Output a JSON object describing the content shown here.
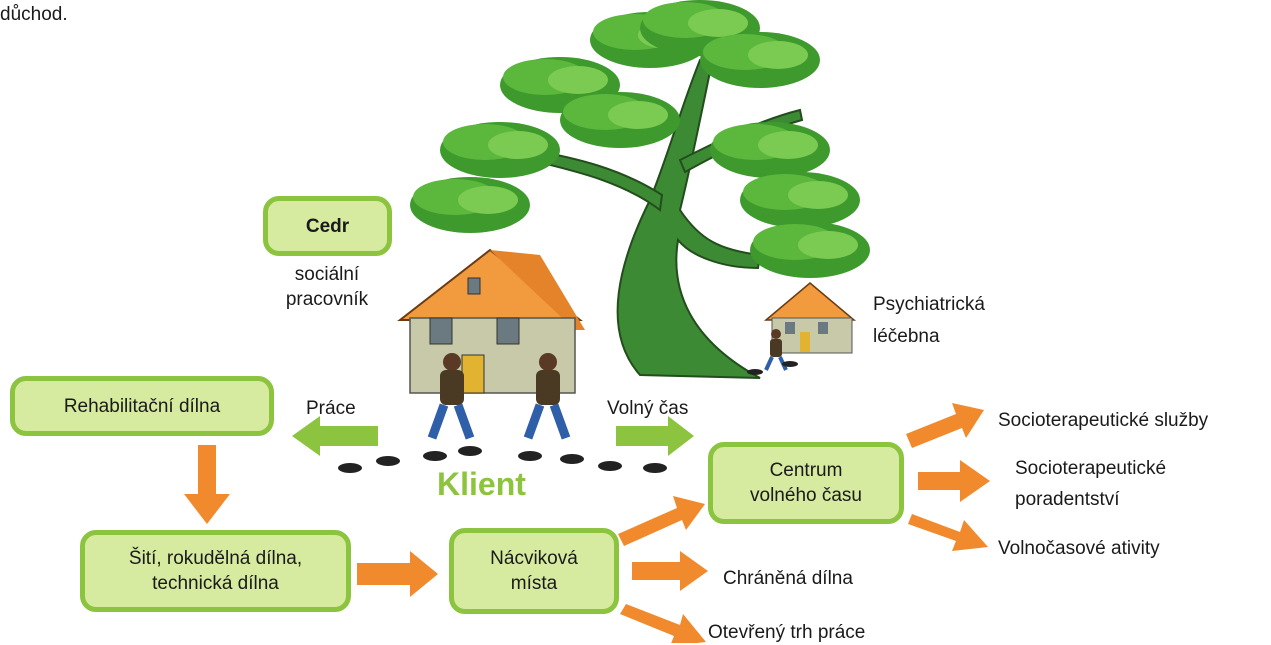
{
  "top_text": "důchod.",
  "center": {
    "label": "Klient"
  },
  "boxes": {
    "cedr": "Cedr",
    "rehab": "Rehabilitační dílna",
    "workshop_line1": "Šití, rokudělná dílna,",
    "workshop_line2": "technická dílna",
    "training_line1": "Nácviková",
    "training_line2": "místa",
    "leisure_line1": "Centrum",
    "leisure_line2": "volného času"
  },
  "labels": {
    "social_worker_line1": "sociální",
    "social_worker_line2": "pracovník",
    "hospital_line1": "Psychiatrická",
    "hospital_line2": "léčebna",
    "work": "Práce",
    "leisure_time": "Volný čas",
    "protected_workshop": "Chráněná dílna",
    "open_market": "Otevřený trh práce",
    "socio_services": "Socioterapeutické služby",
    "socio_counsel_line1": "Socioterapeutické",
    "socio_counsel_line2": "poradentství",
    "leisure_activities": "Volnočasové ativity"
  },
  "colors": {
    "box_fill": "#d6eaa0",
    "box_border": "#8cc43f",
    "green_arrow": "#8cc43f",
    "orange_arrow": "#f08a2c",
    "klient_text": "#8cc43f"
  },
  "icons": [
    "tree-illustration",
    "house-illustration",
    "walking-person-illustration",
    "footprints-illustration"
  ]
}
